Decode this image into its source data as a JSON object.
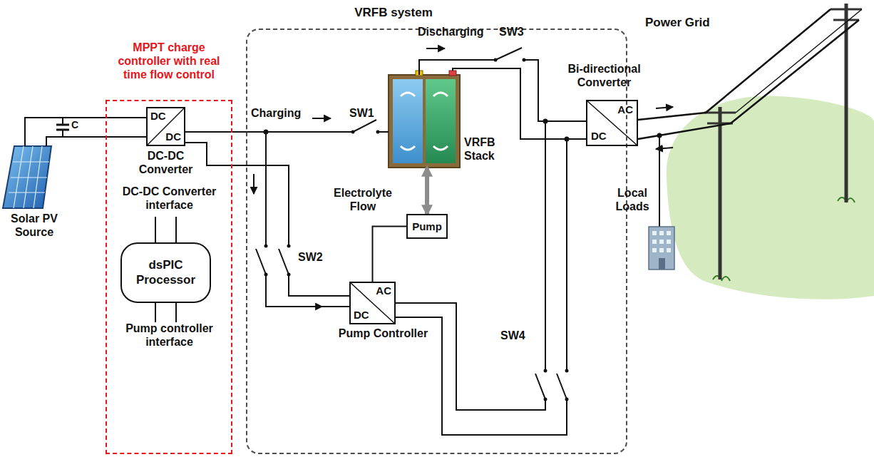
{
  "diagram": {
    "nodes": [
      {
        "text": [
          "MPPT charge controller with real time flow control"
        ]
      },
      {
        "text": [
          "DC",
          "DC",
          "DC-DC Converter"
        ],
        "in": 0
      },
      {
        "text": [
          "dsPIC Processor"
        ],
        "in": 0
      },
      {
        "text": [
          "VRFB system"
        ]
      },
      {
        "text": [
          "VRFB Stack"
        ],
        "in": 3
      },
      {
        "text": [
          "Pump"
        ],
        "in": 3
      },
      {
        "text": [
          "AC",
          "DC",
          "Pump Controller"
        ],
        "in": 3
      },
      {
        "text": [
          "Bi-directional Converter",
          "AC",
          "DC"
        ]
      }
    ],
    "edges": [
      {
        "from": 1,
        "to": 4,
        "arrow": "none"
      },
      {
        "from": 4,
        "to": 7,
        "arrow": "none"
      },
      {
        "from": 5,
        "to": 4,
        "arrow": "both"
      },
      {
        "from": 6,
        "to": 5,
        "arrow": "none"
      },
      {
        "from": 1,
        "to": 6,
        "arrow": "none"
      },
      {
        "from": 7,
        "to": 6,
        "arrow": "none"
      }
    ],
    "labels": [
      "Solar PV Source",
      "C",
      "DC-DC Converter interface",
      "Pump controller interface",
      "Charging",
      "SW1",
      "SW2",
      "Discharging",
      "SW3",
      "Electrolyte Flow",
      "SW4",
      "Local Loads",
      "Power Grid"
    ]
  }
}
